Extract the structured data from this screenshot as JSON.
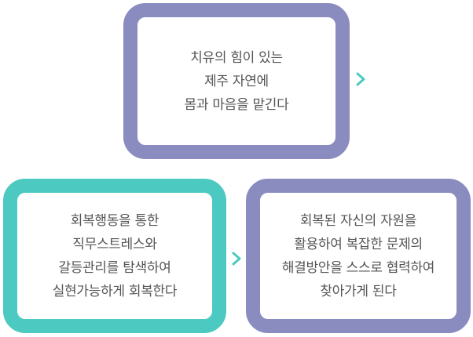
{
  "colors": {
    "purple": "#8a8cc0",
    "teal": "#4ccac1",
    "text": "#555555",
    "arrow": "#4ccac1"
  },
  "boxes": {
    "top": {
      "lines": [
        "치유의 힘이 있는",
        "제주 자연에",
        "몸과 마음을 맡긴다"
      ]
    },
    "left": {
      "lines": [
        "회복행동을 통한",
        "직무스트레스와",
        "갈등관리를 탐색하여",
        "실현가능하게 회복한다"
      ]
    },
    "right": {
      "lines": [
        "회복된 자신의 자원을",
        "활용하여 복잡한 문제의",
        "해결방안을 스스로 협력하여",
        "찾아가게 된다"
      ]
    }
  },
  "arrows": {
    "icon": "chevron-right-icon"
  }
}
